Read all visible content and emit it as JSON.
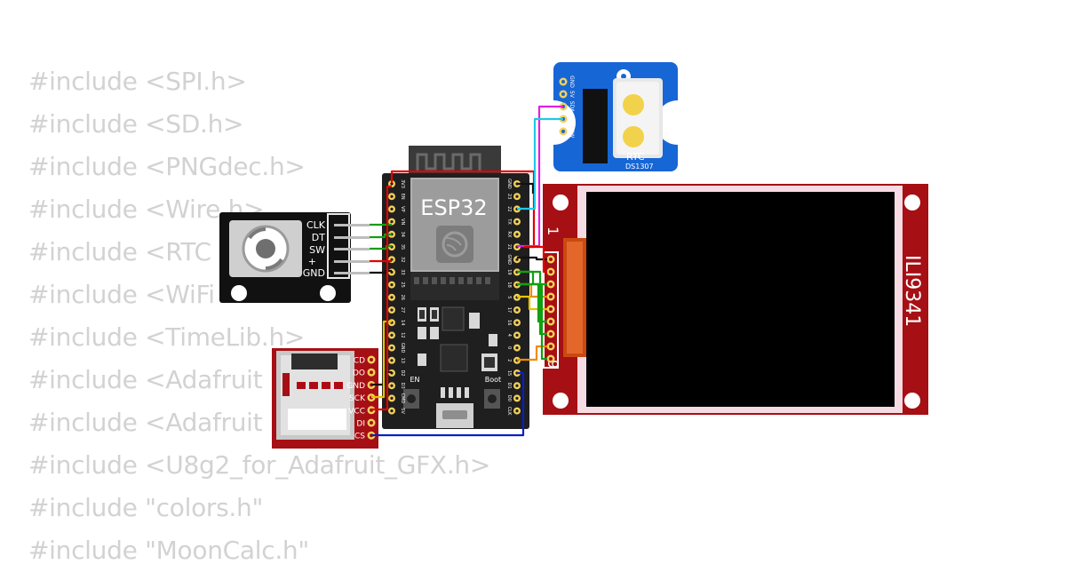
{
  "code_lines": [
    "#include <SPI.h>",
    "#include <SD.h>",
    "#include <PNGdec.h>",
    "#include <Wire.h>",
    "#include <RTC",
    "#include <WiFi",
    "#include <TimeLib.h>",
    "#include <Adafruit",
    "#include <Adafruit",
    "#include <U8g2_for_Adafruit_GFX.h>",
    "#include \"colors.h\"",
    "#include \"MoonCalc.h\""
  ],
  "esp32": {
    "title": "ESP32",
    "left_pins": [
      "3V3",
      "EN",
      "VP",
      "VN",
      "34",
      "35",
      "32",
      "33",
      "25",
      "26",
      "27",
      "14",
      "12",
      "GND",
      "13",
      "D2",
      "D3",
      "CMD",
      "5V"
    ],
    "right_pins": [
      "GND",
      "23",
      "22",
      "TX",
      "RX",
      "21",
      "GND",
      "19",
      "18",
      "5",
      "17",
      "16",
      "4",
      "0",
      "2",
      "15",
      "D1",
      "D0",
      "CLK"
    ],
    "en_label": "EN",
    "boot_label": "Boot"
  },
  "encoder": {
    "pins": [
      "CLK",
      "DT",
      "SW",
      "+",
      "GND"
    ]
  },
  "rtc": {
    "pins": [
      "GND",
      "5V",
      "SDA",
      "SCL",
      "SQW"
    ],
    "label": "RTC",
    "chip": "DS1307"
  },
  "sdcard": {
    "pins": [
      "CD",
      "DO",
      "GND",
      "SCK",
      "VCC",
      "DI",
      "CS"
    ]
  },
  "display": {
    "label": "ILI9341",
    "pin_first": "1",
    "pin_last": "9"
  },
  "colors": {
    "red_board": "#a60f14",
    "blue_board": "#1766d6",
    "esp_board": "#1f1f1f",
    "wire_red": "#e00000",
    "wire_black": "#111111",
    "wire_green": "#10a010",
    "wire_yellow": "#e6c400",
    "wire_orange": "#f08c00",
    "wire_magenta": "#e020e0",
    "wire_cyan": "#20c8e6",
    "wire_blue": "#0a20c0"
  }
}
